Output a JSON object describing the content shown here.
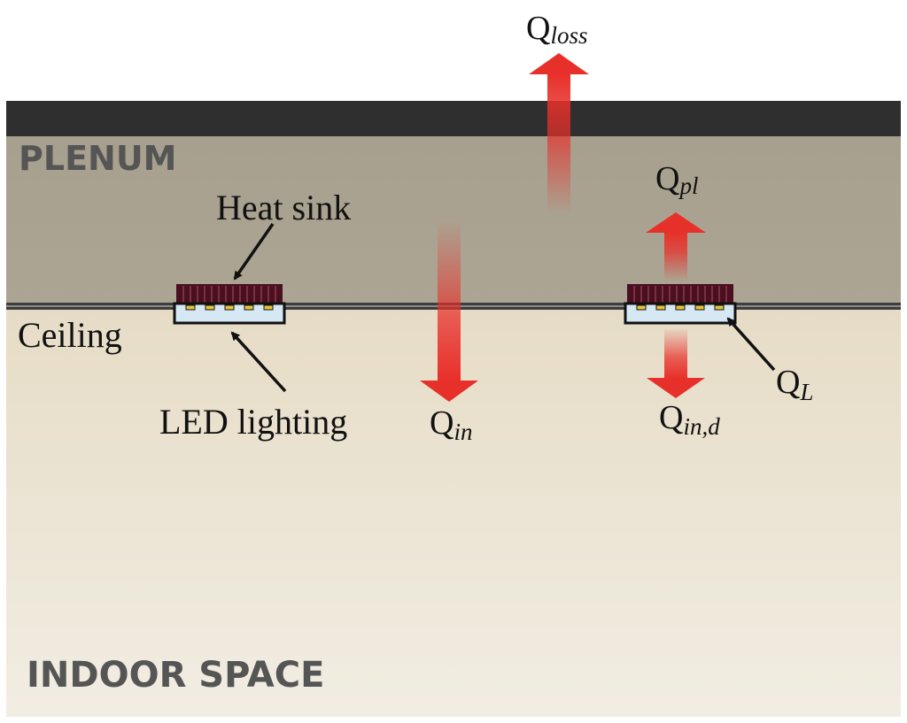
{
  "zones": {
    "plenum": "PLENUM",
    "indoor": "INDOOR SPACE"
  },
  "labels": {
    "heat_sink": "Heat sink",
    "ceiling": "Ceiling",
    "led_lighting": "LED lighting"
  },
  "flows": {
    "q_loss": {
      "base": "Q",
      "sub": "loss"
    },
    "q_pl": {
      "base": "Q",
      "sub": "pl"
    },
    "q_in": {
      "base": "Q",
      "sub": "in"
    },
    "q_in_d": {
      "base": "Q",
      "sub": "in,d"
    },
    "q_l": {
      "base": "Q",
      "sub": "L"
    }
  },
  "colors": {
    "roof": "#2f2f2f",
    "plenum": "#a9a190",
    "indoor": "#e8dec8",
    "heat_sink": "#4a1020",
    "led_panel": "#d6e8f4",
    "led_chip": "#e3c53a",
    "arrow": "#e8302a",
    "zone_text": "#555555"
  }
}
